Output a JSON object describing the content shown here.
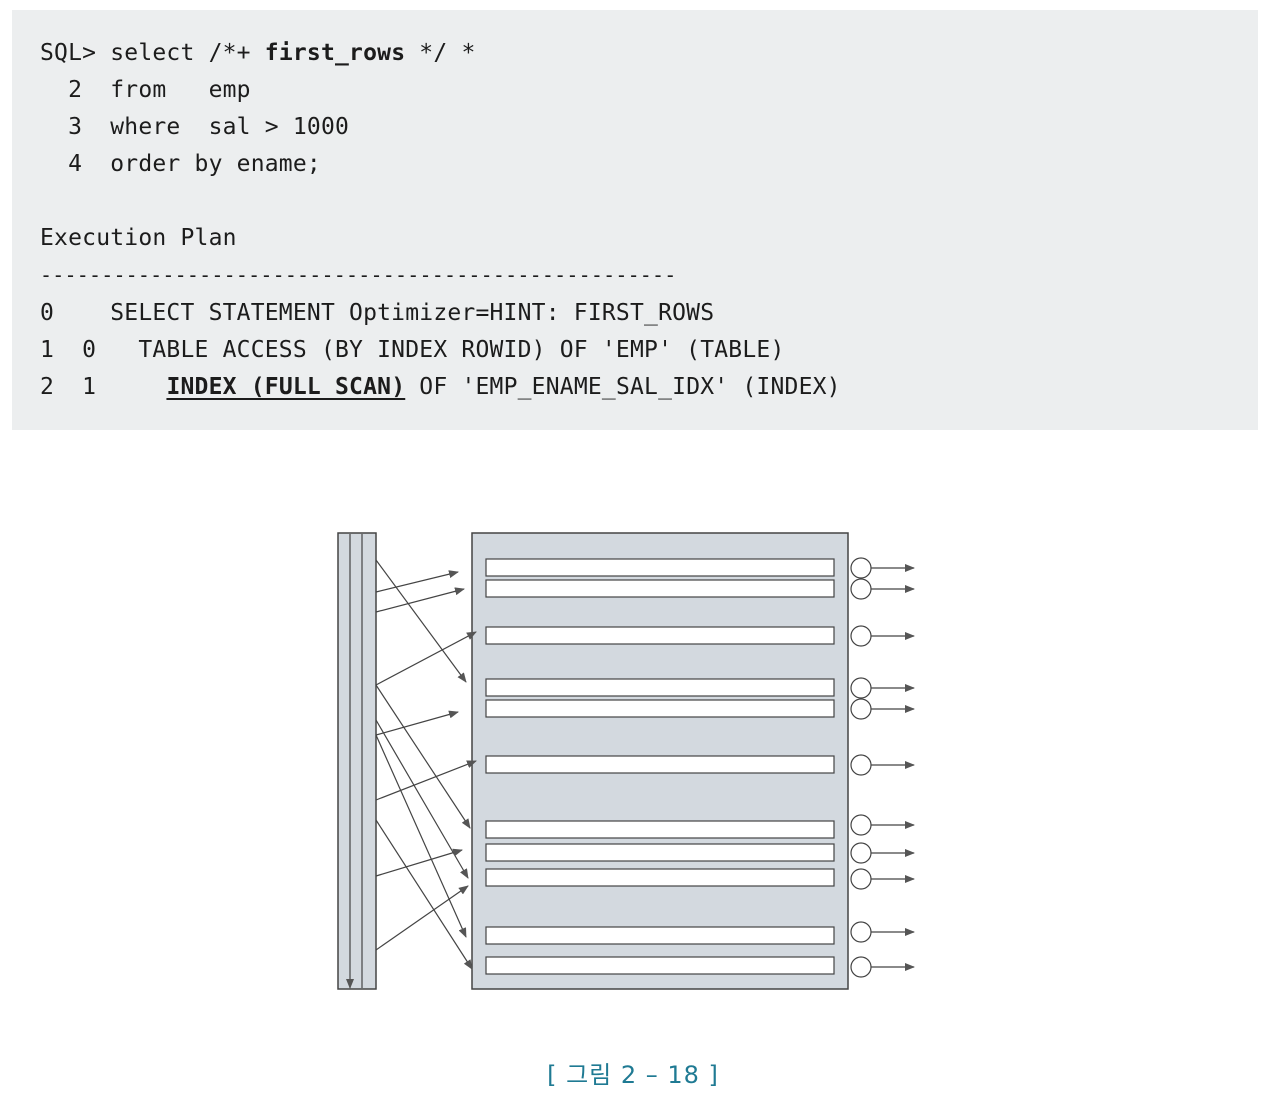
{
  "code": {
    "l1": {
      "prefix": "SQL> select /*+ ",
      "hint": "first_rows",
      "suffix": " */ *"
    },
    "l2": "  2  from   emp",
    "l3": "  3  where  sal > 1000",
    "l4": "  4  order by ename;",
    "plan_title": "Execution Plan",
    "separator": "----------------------------------------------------",
    "p0": "0    SELECT STATEMENT Optimizer=HINT: FIRST_ROWS",
    "p1": "1  0   TABLE ACCESS (BY INDEX ROWID) OF 'EMP' (TABLE)",
    "p2": {
      "prefix": "2  1     ",
      "op": "INDEX (FULL SCAN)",
      "suffix": " OF 'EMP_ENAME_SAL_IDX' (INDEX)"
    }
  },
  "caption": "[ 그림 2 – 18 ]",
  "colors": {
    "code_bg": "#eceeef",
    "diagram_fill": "#d3d9df",
    "caption": "#1f7a93"
  }
}
